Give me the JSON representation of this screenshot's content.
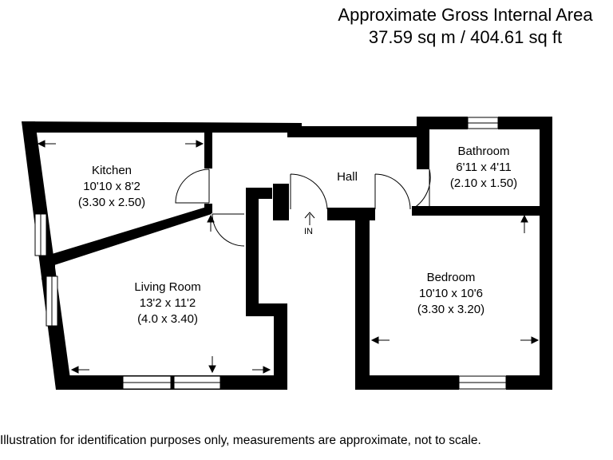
{
  "header": {
    "title": "Approximate Gross Internal Area",
    "area": "37.59 sq m / 404.61 sq ft"
  },
  "rooms": {
    "kitchen": {
      "name": "Kitchen",
      "imperial": "10'10 x 8'2",
      "metric": "(3.30 x 2.50)"
    },
    "living": {
      "name": "Living Room",
      "imperial": "13'2 x 11'2",
      "metric": "(4.0 x 3.40)"
    },
    "hall": {
      "name": "Hall"
    },
    "bathroom": {
      "name": "Bathroom",
      "imperial": "6'11 x 4'11",
      "metric": "(2.10 x 1.50)"
    },
    "bedroom": {
      "name": "Bedroom",
      "imperial": "10'10 x 10'6",
      "metric": "(3.30 x 3.20)"
    }
  },
  "entrance": {
    "label": "IN"
  },
  "footer": {
    "disclaimer": "Illustration for identification purposes only, measurements are approximate, not to scale."
  },
  "colors": {
    "wall": "#000000",
    "background": "#ffffff"
  }
}
